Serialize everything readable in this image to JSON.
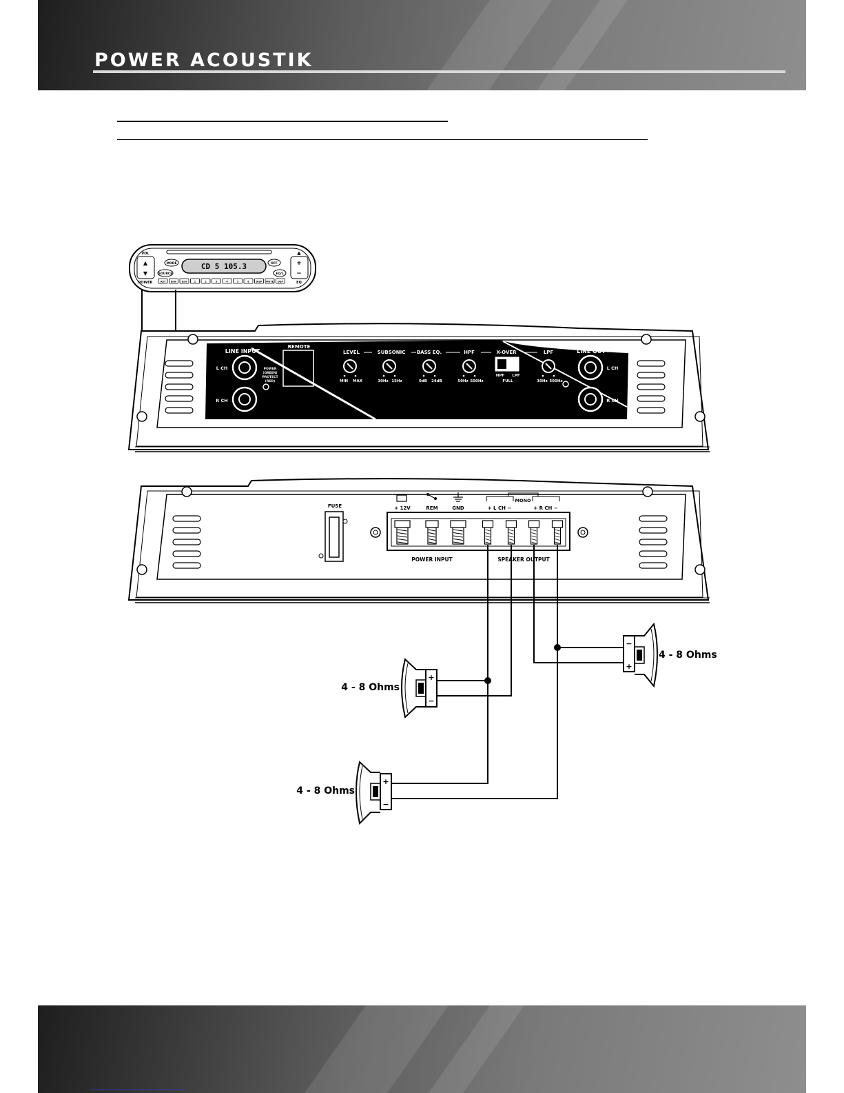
{
  "header": {
    "brand": "Power Acoustik"
  },
  "head_unit": {
    "display": "CD 5   105.3",
    "vol_label": "VOL",
    "power_label": "POWER",
    "mode_label": "MODE",
    "source_label": "SOURCE",
    "off_label": "OFF",
    "eq_label": "EQ/L",
    "eq_small": "EQ",
    "up_glyph": "▲",
    "down_glyph": "▼",
    "plus_glyph": "+",
    "minus_glyph": "−",
    "buttons": [
      "AST",
      "B/W",
      "B/N",
      "1",
      "2",
      "3",
      "4",
      "5",
      "6",
      "DISP",
      "MUTE",
      "DSP"
    ]
  },
  "control_panel": {
    "line_input": "LINE INPUT",
    "line_out": "LINE OUT",
    "l_ch": "L CH",
    "r_ch": "R CH",
    "remote": "REMOTE",
    "led": [
      "POWER",
      "(GREEN)",
      "PROTECT",
      "(RED)"
    ],
    "controls": [
      {
        "name": "LEVEL",
        "min": "MIN",
        "max": "MAX"
      },
      {
        "name": "SUBSONIC",
        "min": "30Hz",
        "max": "15Hz"
      },
      {
        "name": "BASS EQ.",
        "min": "0dB",
        "max": "24dB"
      },
      {
        "name": "HPF",
        "min": "50Hz",
        "max": "500Hz"
      },
      {
        "name": "LPF",
        "min": "30Hz",
        "max": "500Hz"
      }
    ],
    "xover": {
      "name": "X-OVER",
      "hpf": "HPF",
      "lpf": "LPF",
      "full": "FULL"
    }
  },
  "terminal_panel": {
    "fuse": "FUSE",
    "plus_12v": "+ 12V",
    "rem": "REM",
    "gnd": "GND",
    "mono": "MONO",
    "l_ch": "+ L CH −",
    "r_ch": "+ R CH −",
    "power_input": "POWER INPUT",
    "speaker_output": "SPEAKER OUTPUT"
  },
  "speakers": {
    "impedance": "4 - 8 Ohms",
    "plus": "+",
    "minus": "−"
  }
}
